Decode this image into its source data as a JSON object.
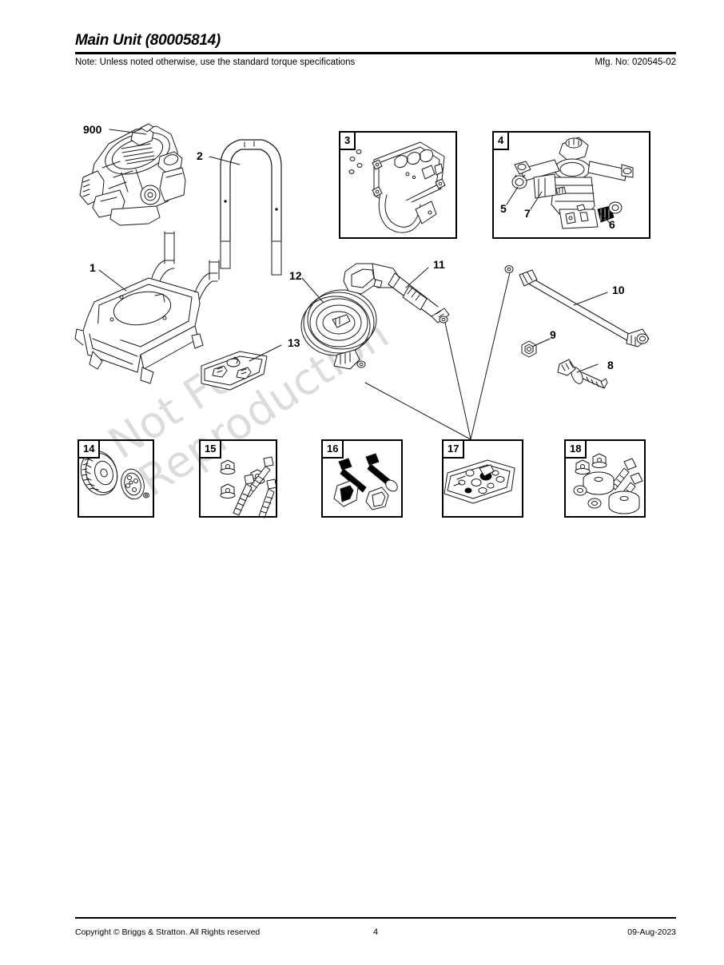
{
  "document": {
    "title": "Main Unit (80005814)",
    "note": "Note: Unless noted otherwise, use the standard torque specifications",
    "mfg_label": "Mfg. No: 020545-02",
    "watermark_line1": "Not For",
    "watermark_line2": "Reproduction"
  },
  "footer": {
    "copyright": "Copyright ©  Briggs & Stratton. All Rights reserved",
    "page_number": "4",
    "date": "09-Aug-2023"
  },
  "callouts": [
    {
      "id": "900",
      "label": "900",
      "desc": "engine-assembly"
    },
    {
      "id": "1",
      "label": "1",
      "desc": "base-frame"
    },
    {
      "id": "2",
      "label": "2",
      "desc": "handle"
    },
    {
      "id": "5",
      "label": "5",
      "desc": "pump-inlet-fitting"
    },
    {
      "id": "6",
      "label": "6",
      "desc": "pump-outlet-fitting"
    },
    {
      "id": "7",
      "label": "7",
      "desc": "pump-valve"
    },
    {
      "id": "8",
      "label": "8",
      "desc": "axle"
    },
    {
      "id": "9",
      "label": "9",
      "desc": "nut"
    },
    {
      "id": "10",
      "label": "10",
      "desc": "spray-lance"
    },
    {
      "id": "11",
      "label": "11",
      "desc": "spray-gun"
    },
    {
      "id": "12",
      "label": "12",
      "desc": "high-pressure-hose"
    },
    {
      "id": "13",
      "label": "13",
      "desc": "fittings-bag"
    }
  ],
  "part_boxes": [
    {
      "num": "3",
      "desc": "engine-shroud-bracket"
    },
    {
      "num": "4",
      "desc": "pump-assembly"
    },
    {
      "num": "14",
      "desc": "wheel-and-hubcap"
    },
    {
      "num": "15",
      "desc": "bolts-and-nuts-kit"
    },
    {
      "num": "16",
      "desc": "screws-and-clips-kit"
    },
    {
      "num": "17",
      "desc": "hardware-bag"
    },
    {
      "num": "18",
      "desc": "nuts-washers-spacers-kit"
    }
  ],
  "colors": {
    "line": "#1a1a1a",
    "watermark": "#dcdcdc",
    "rule": "#000000"
  }
}
